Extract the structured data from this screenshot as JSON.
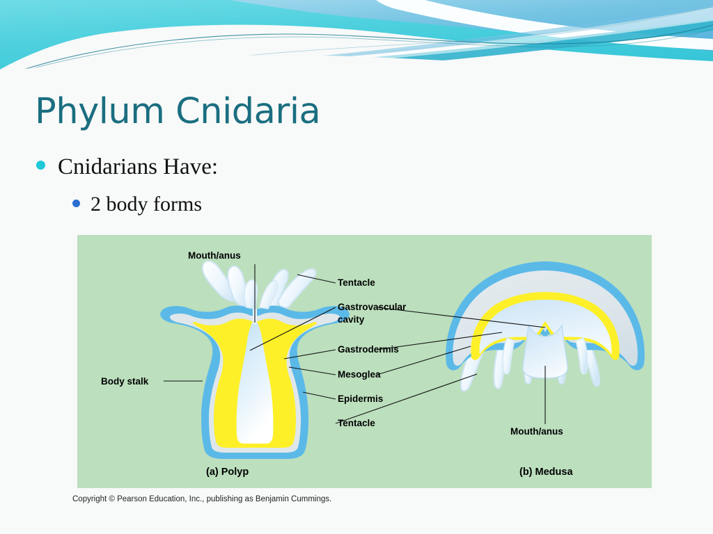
{
  "slide": {
    "title": "Phylum Cnidaria",
    "background_color": "#f8f9f9",
    "title_color": "#1a6e80"
  },
  "header": {
    "decoration": "wave-ribbon-banner",
    "colors": {
      "cyan": "#4fd3de",
      "light_blue": "#8ec9e8",
      "mid_blue": "#62b6d8",
      "deep_teal": "#1f8fa5",
      "white": "#ffffff"
    }
  },
  "bullets": [
    {
      "level": 1,
      "text": "Cnidarians Have:",
      "dot_color": "#1ec8d8"
    },
    {
      "level": 2,
      "text": "2 body forms",
      "dot_color": "#2a6fd0"
    }
  ],
  "figure": {
    "panel_color": "#bcdfbe",
    "copyright": "Copyright © Pearson Education, Inc., publishing as Benjamin Cummings.",
    "captions": [
      {
        "id": "polyp",
        "text": "(a) Polyp"
      },
      {
        "id": "medusa",
        "text": "(b) Medusa"
      }
    ],
    "labels": [
      {
        "id": "mouth-anus-polyp",
        "text": "Mouth/anus"
      },
      {
        "id": "tentacle-top",
        "text": "Tentacle"
      },
      {
        "id": "gastrovascular-cavity-line1",
        "text": "Gastrovascular"
      },
      {
        "id": "gastrovascular-cavity-line2",
        "text": "cavity"
      },
      {
        "id": "gastrodermis",
        "text": "Gastrodermis"
      },
      {
        "id": "mesoglea",
        "text": "Mesoglea"
      },
      {
        "id": "epidermis",
        "text": "Epidermis"
      },
      {
        "id": "tentacle-bottom",
        "text": "Tentacle"
      },
      {
        "id": "body-stalk",
        "text": "Body stalk"
      },
      {
        "id": "mouth-anus-medusa",
        "text": "Mouth/anus"
      }
    ],
    "anatomy_colors": {
      "epidermis": "#5bb9e8",
      "mesoglea": "#dfe7ea",
      "gastrodermis": "#fdf028",
      "gastrovascular_cavity": "#d3e9f7",
      "tentacle_fill": "#eaf5fc"
    }
  }
}
